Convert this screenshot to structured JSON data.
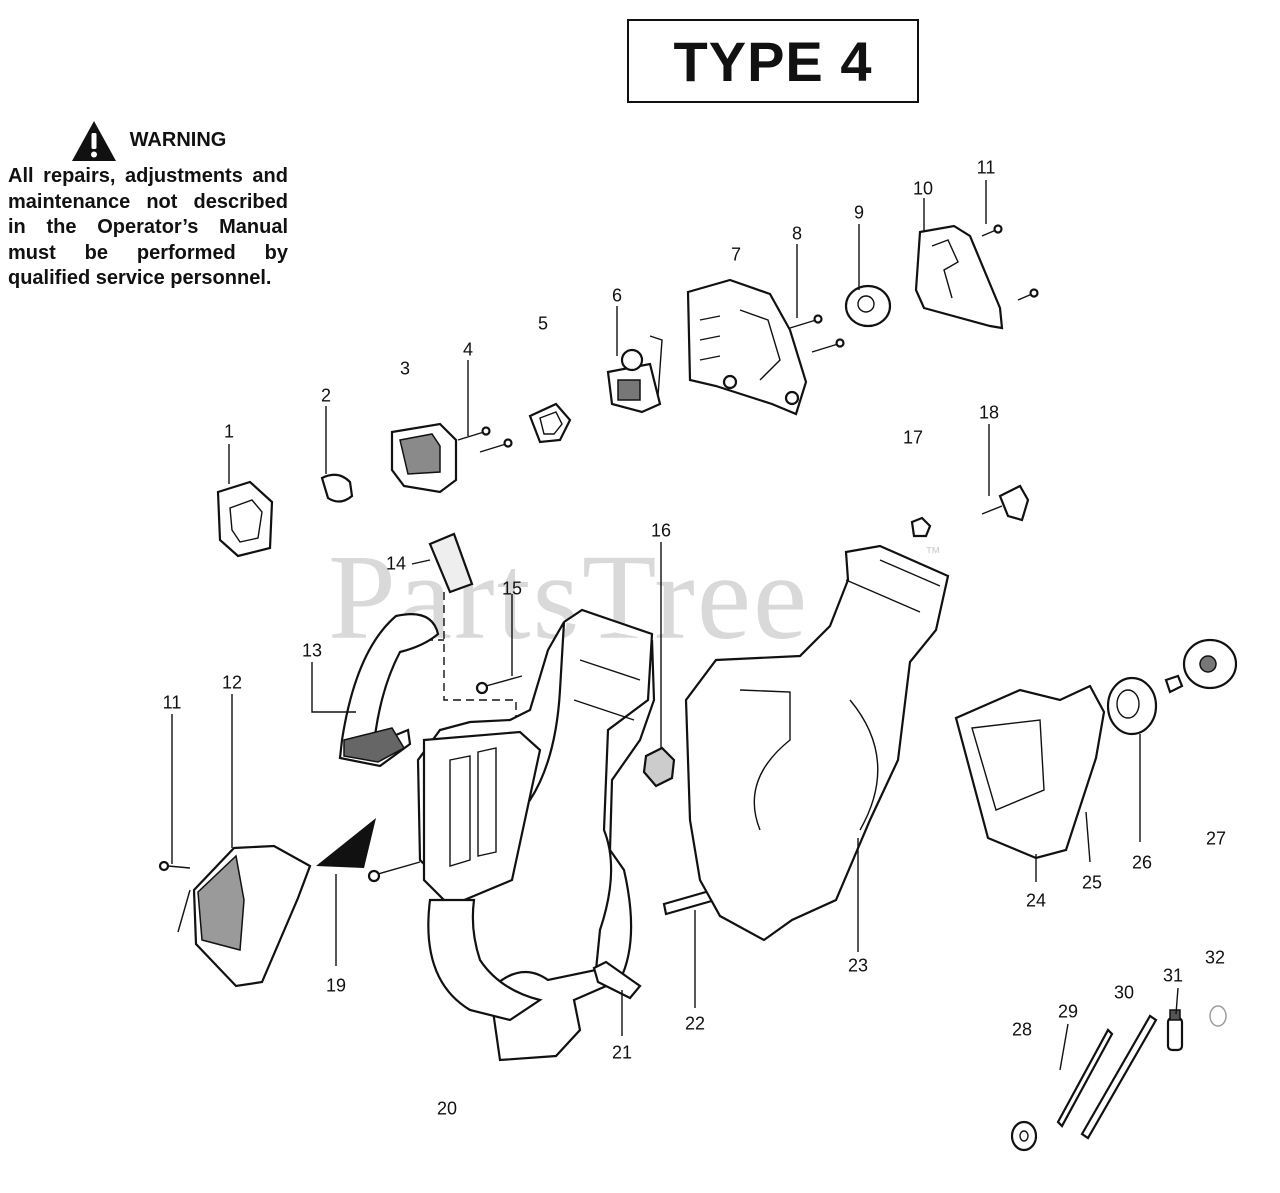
{
  "title": "TYPE 4",
  "warning": {
    "icon": "warning-triangle-icon",
    "heading": "WARNING",
    "text": "All repairs, adjustments and maintenance not described in the Operator’s Manual must be performed by qualified service personnel."
  },
  "watermark": {
    "text": "PartsTree",
    "mark": "™"
  },
  "callouts": [
    "1",
    "2",
    "3",
    "4",
    "5",
    "6",
    "7",
    "8",
    "9",
    "10",
    "11",
    "17",
    "18",
    "14",
    "15",
    "16",
    "13",
    "12",
    "11",
    "19",
    "20",
    "21",
    "22",
    "23",
    "24",
    "25",
    "26",
    "27",
    "28",
    "29",
    "30",
    "31",
    "32"
  ]
}
